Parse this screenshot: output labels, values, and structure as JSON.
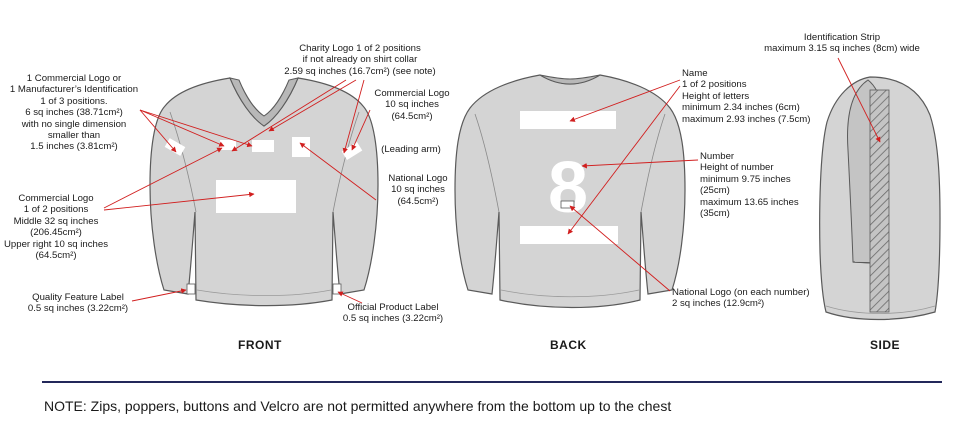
{
  "front": {
    "view_label": "FRONT",
    "commercial_or_manufacturer": "1 Commercial Logo or\n1 Manufacturer’s Identification\n1 of 3 positions.\n6 sq inches (38.71cm²)\nwith no single dimension\nsmaller than\n1.5 inches (3.81cm²)",
    "charity_logo": "Charity Logo 1 of 2 positions\nif not already on shirt collar\n2.59 sq inches (16.7cm²) (see note)",
    "commercial_logo_sleeve": "Commercial Logo\n10 sq inches\n(64.5cm²)",
    "leading_arm": "(Leading arm)",
    "national_logo": "National Logo\n10 sq inches\n(64.5cm²)",
    "commercial_logo_chest": "Commercial Logo\n1 of 2 positions\nMiddle 32 sq inches\n(206.45cm²)\nUpper right 10 sq inches\n(64.5cm²)",
    "quality_feature_label": "Quality Feature Label\n0.5 sq inches (3.22cm²)",
    "official_product_label": "Official Product Label\n0.5 sq inches (3.22cm²)"
  },
  "back": {
    "view_label": "BACK",
    "jersey_number": "8",
    "name": "Name\n1 of 2 positions\nHeight of letters\nminimum 2.34 inches (6cm)\nmaximum 2.93 inches (7.5cm)",
    "number": "Number\nHeight of number\nminimum 9.75 inches\n(25cm)\nmaximum 13.65 inches\n(35cm)",
    "national_logo_number": "National Logo (on each number)\n2 sq inches (12.9cm²)"
  },
  "side": {
    "view_label": "SIDE",
    "identification_strip": "Identification Strip\nmaximum 3.15 sq inches (8cm) wide"
  },
  "note": "NOTE: Zips, poppers, buttons and Velcro are not permitted anywhere from the bottom up to the chest",
  "colors": {
    "shirt_fill": "#d4d4d4",
    "shirt_outline": "#5a5a5a",
    "arrow": "#d11f1f",
    "rule": "#23285a"
  }
}
